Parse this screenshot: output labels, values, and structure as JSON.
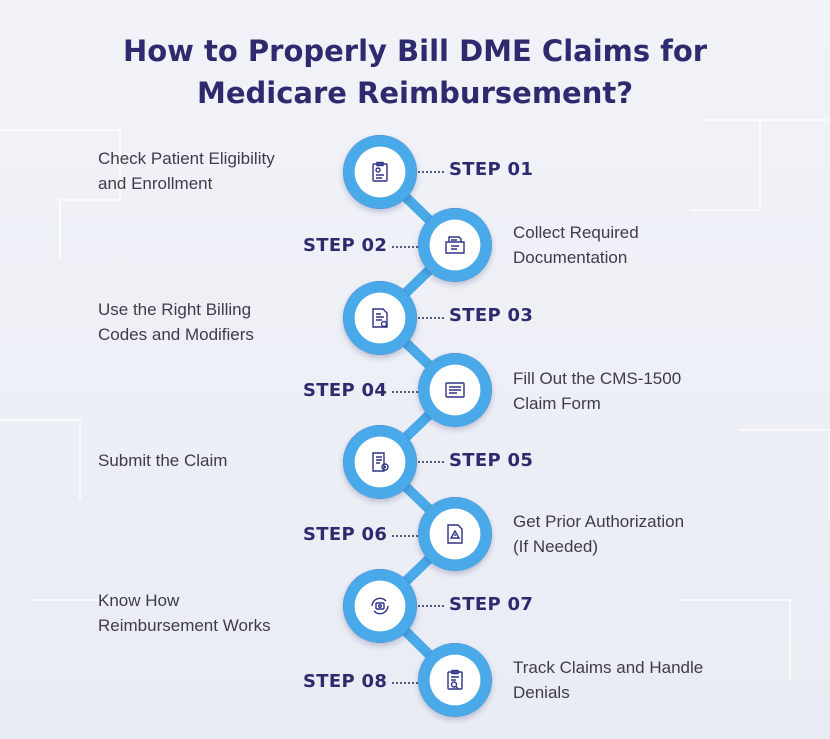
{
  "title": {
    "line1": "How to Properly Bill DME Claims for",
    "line2": "Medicare Reimbursement?"
  },
  "steps": [
    {
      "label": "STEP 01",
      "desc": [
        "Check Patient Eligibility",
        "and Enrollment"
      ],
      "icon": "clipboard-check-icon"
    },
    {
      "label": "STEP 02",
      "desc": [
        "Collect Required",
        "Documentation"
      ],
      "icon": "folder-documents-icon"
    },
    {
      "label": "STEP 03",
      "desc": [
        "Use the Right Billing",
        "Codes and Modifiers"
      ],
      "icon": "document-code-icon"
    },
    {
      "label": "STEP 04",
      "desc": [
        "Fill Out the CMS-1500",
        "Claim Form"
      ],
      "icon": "form-icon"
    },
    {
      "label": "STEP 05",
      "desc": [
        "Submit the Claim"
      ],
      "icon": "submit-document-icon"
    },
    {
      "label": "STEP 06",
      "desc": [
        "Get Prior Authorization",
        "(If Needed)"
      ],
      "icon": "authorization-document-icon"
    },
    {
      "label": "STEP 07",
      "desc": [
        "Know How",
        "Reimbursement Works"
      ],
      "icon": "money-cycle-icon"
    },
    {
      "label": "STEP 08",
      "desc": [
        "Track Claims and Handle",
        "Denials"
      ],
      "icon": "clipboard-tracking-icon"
    }
  ],
  "colors": {
    "title": "#2d2a6e",
    "ring_outer": "#2e3485",
    "ring_inner": "#4aa9e8",
    "connector": "#4aa9e8"
  }
}
